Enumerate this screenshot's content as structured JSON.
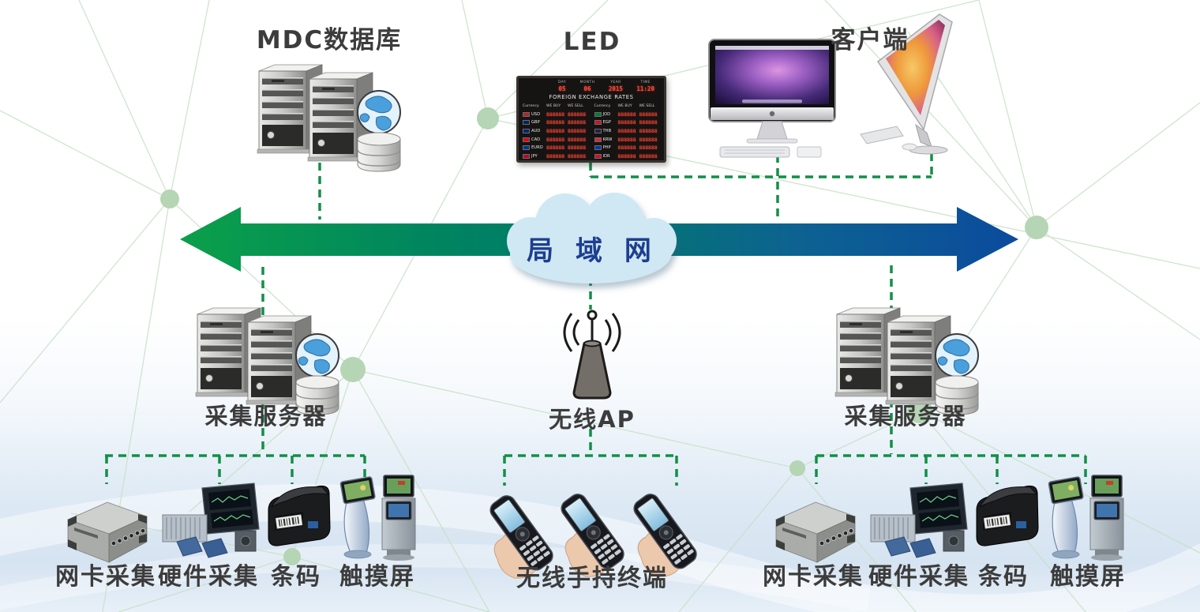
{
  "labels": {
    "mdc": "MDC数据库",
    "led": "LED",
    "client": "客户端",
    "lan": "局 域 网",
    "collect_server_left": "采集服务器",
    "collect_server_right": "采集服务器",
    "wireless_ap": "无线AP",
    "handheld_terminals": "无线手持终端",
    "left_devices": [
      "网卡采集",
      "硬件采集",
      "条码",
      "触摸屏"
    ],
    "right_devices": [
      "网卡采集",
      "硬件采集",
      "条码",
      "触摸屏"
    ]
  },
  "led_board": {
    "date_headers": [
      "DAY",
      "MONTH",
      "YEAR",
      "TIME"
    ],
    "date_values": [
      "05",
      "06",
      "2015",
      "11:20"
    ],
    "title": "FOREIGN EXCHANGE RATES",
    "col_headers": [
      "Currency",
      "WE BUY",
      "WE SELL"
    ],
    "rows_left": [
      {
        "code": "USD",
        "buy": "888888",
        "sell": "888888",
        "flag": "#b22234"
      },
      {
        "code": "GBP",
        "buy": "888888",
        "sell": "888888",
        "flag": "#012169"
      },
      {
        "code": "AUD",
        "buy": "888888",
        "sell": "888888",
        "flag": "#00247d"
      },
      {
        "code": "CAD",
        "buy": "888888",
        "sell": "888888",
        "flag": "#d80621"
      },
      {
        "code": "EURO",
        "buy": "888888",
        "sell": "888888",
        "flag": "#003399"
      },
      {
        "code": "JPY",
        "buy": "888888",
        "sell": "888888",
        "flag": "#bc002d"
      }
    ],
    "rows_right": [
      {
        "code": "JOD",
        "buy": "888888",
        "sell": "888888",
        "flag": "#007a3d"
      },
      {
        "code": "EGP",
        "buy": "888888",
        "sell": "888888",
        "flag": "#ce1126"
      },
      {
        "code": "THB",
        "buy": "888888",
        "sell": "888888",
        "flag": "#241d4f"
      },
      {
        "code": "KRW",
        "buy": "888888",
        "sell": "888888",
        "flag": "#cd2e3a"
      },
      {
        "code": "PHP",
        "buy": "888888",
        "sell": "888888",
        "flag": "#0038a8"
      },
      {
        "code": "IDR",
        "buy": "888888",
        "sell": "888888",
        "flag": "#ce1126"
      }
    ]
  },
  "colors": {
    "arrow_green": "#0ba04a",
    "arrow_teal": "#00786d",
    "arrow_blue": "#0b4b9d",
    "dash_green": "#128f47",
    "mesh_green": "#c6e0c6",
    "cloud_fill": "#cfe8f4",
    "lan_text": "#1d3e91",
    "label_text": "#3c3c3c",
    "led_red": "#ff4538"
  }
}
